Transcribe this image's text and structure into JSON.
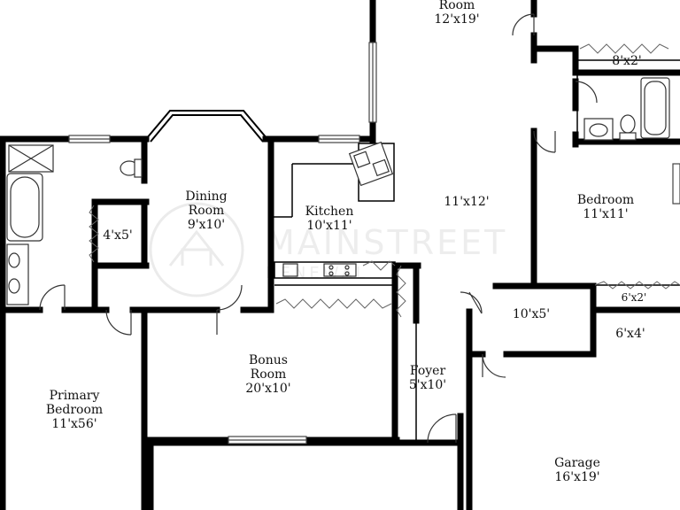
{
  "rooms": {
    "room_top": {
      "name": "Room",
      "dims": "12'x19'"
    },
    "closet_top": {
      "dims": "8'x2'"
    },
    "dining": {
      "name1": "Dining",
      "name2": "Room",
      "dims": "9'x10'"
    },
    "kitchen": {
      "name": "Kitchen",
      "dims": "10'x11'"
    },
    "living": {
      "dims": "11'x12'"
    },
    "bedroom": {
      "name": "Bedroom",
      "dims": "11'x11'"
    },
    "closet_bed": {
      "dims": "6'x2'"
    },
    "closet_bath": {
      "dims": "4'x5'"
    },
    "laundry": {
      "dims": "10'x5'"
    },
    "storage": {
      "dims": "6'x4'"
    },
    "bonus": {
      "name1": "Bonus",
      "name2": "Room",
      "dims": "20'x10'"
    },
    "foyer": {
      "name": "Foyer",
      "dims": "5'x10'"
    },
    "primary": {
      "name1": "Primary",
      "name2": "Bedroom",
      "dims": "11'x56'"
    },
    "garage": {
      "name": "Garage",
      "dims": "16'x19'"
    }
  },
  "watermark": {
    "line1": "MAINSTREET",
    "line2": "RENEWAL"
  }
}
